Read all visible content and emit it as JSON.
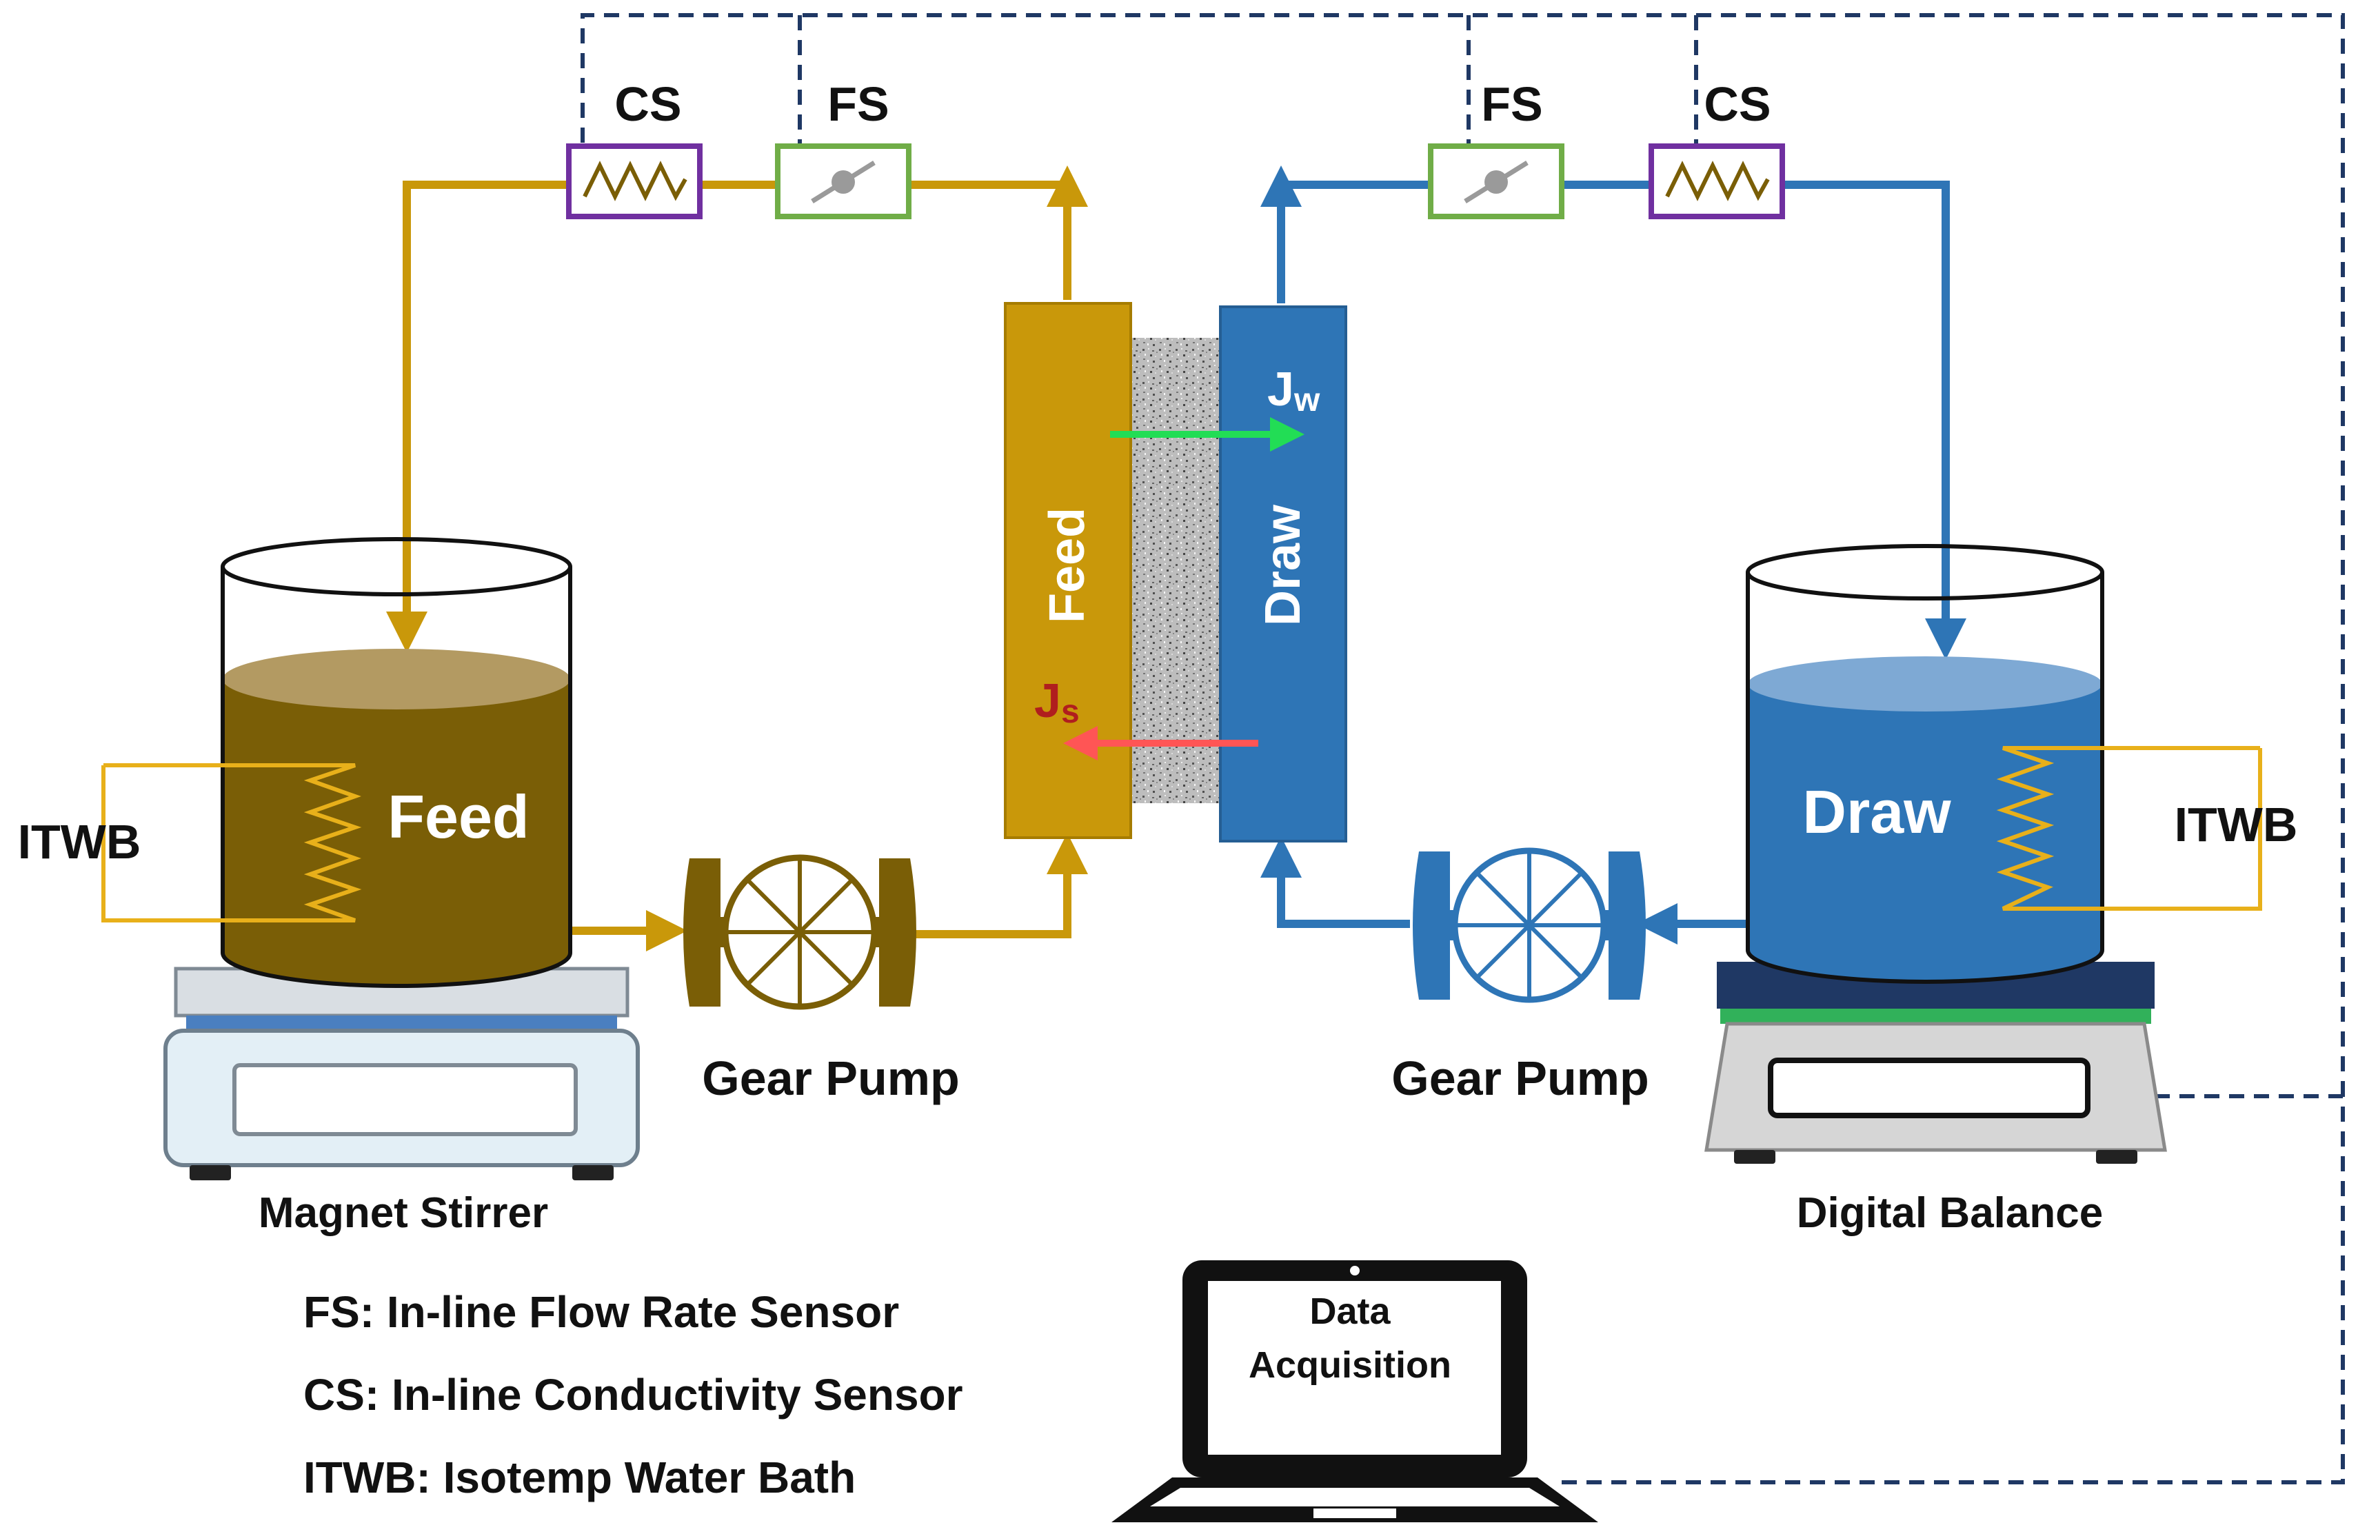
{
  "colors": {
    "feed": "#c9980a",
    "feed_liquid": "#7a5e06",
    "feed_liquid_top": "#b39a62",
    "draw": "#2e75b6",
    "draw_light": "#7ea9d4",
    "dashed": "#1f3864",
    "cs_border": "#7030a0",
    "fs_border": "#70ad47",
    "jw_arrow": "#22dd55",
    "js_arrow": "#ff5555",
    "js_text": "#b01e1e"
  },
  "sensors": {
    "cs_left": "CS",
    "fs_left": "FS",
    "fs_right": "FS",
    "cs_right": "CS"
  },
  "module": {
    "feed_label": "Feed",
    "draw_label": "Draw",
    "jw_main": "J",
    "jw_sub": "w",
    "js_main": "J",
    "js_sub": "s"
  },
  "left_side": {
    "tank_label": "Feed",
    "bath_label": "ITWB",
    "pump_label": "Gear Pump",
    "stirrer_label": "Magnet Stirrer"
  },
  "right_side": {
    "tank_label": "Draw",
    "bath_label": "ITWB",
    "pump_label": "Gear Pump",
    "balance_label": "Digital Balance"
  },
  "laptop": {
    "line1": "Data",
    "line2": "Acquisition"
  },
  "legend": [
    "FS: In-line Flow Rate Sensor",
    "CS: In-line Conductivity Sensor",
    "ITWB: Isotemp Water Bath"
  ]
}
